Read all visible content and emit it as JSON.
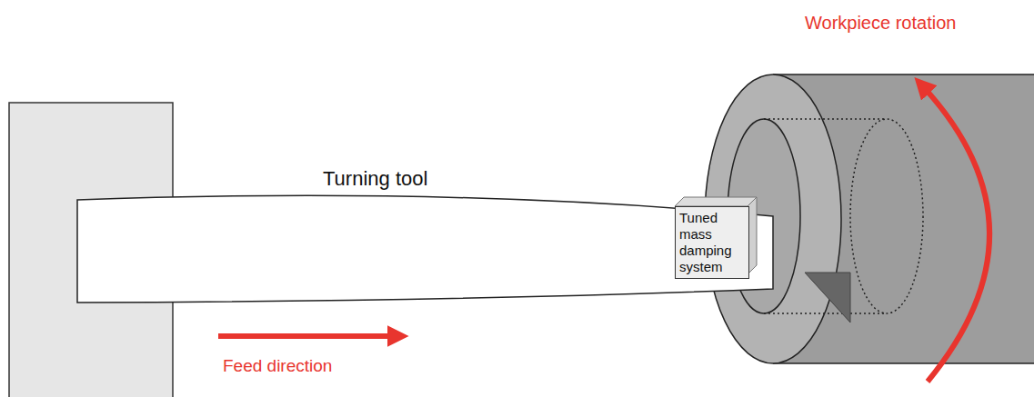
{
  "diagram": {
    "nodes": [
      {
        "text": [
          "Tuned mass damping system"
        ]
      }
    ],
    "labels": [
      "Workpiece rotation",
      "Turning tool",
      "Feed direction"
    ]
  }
}
